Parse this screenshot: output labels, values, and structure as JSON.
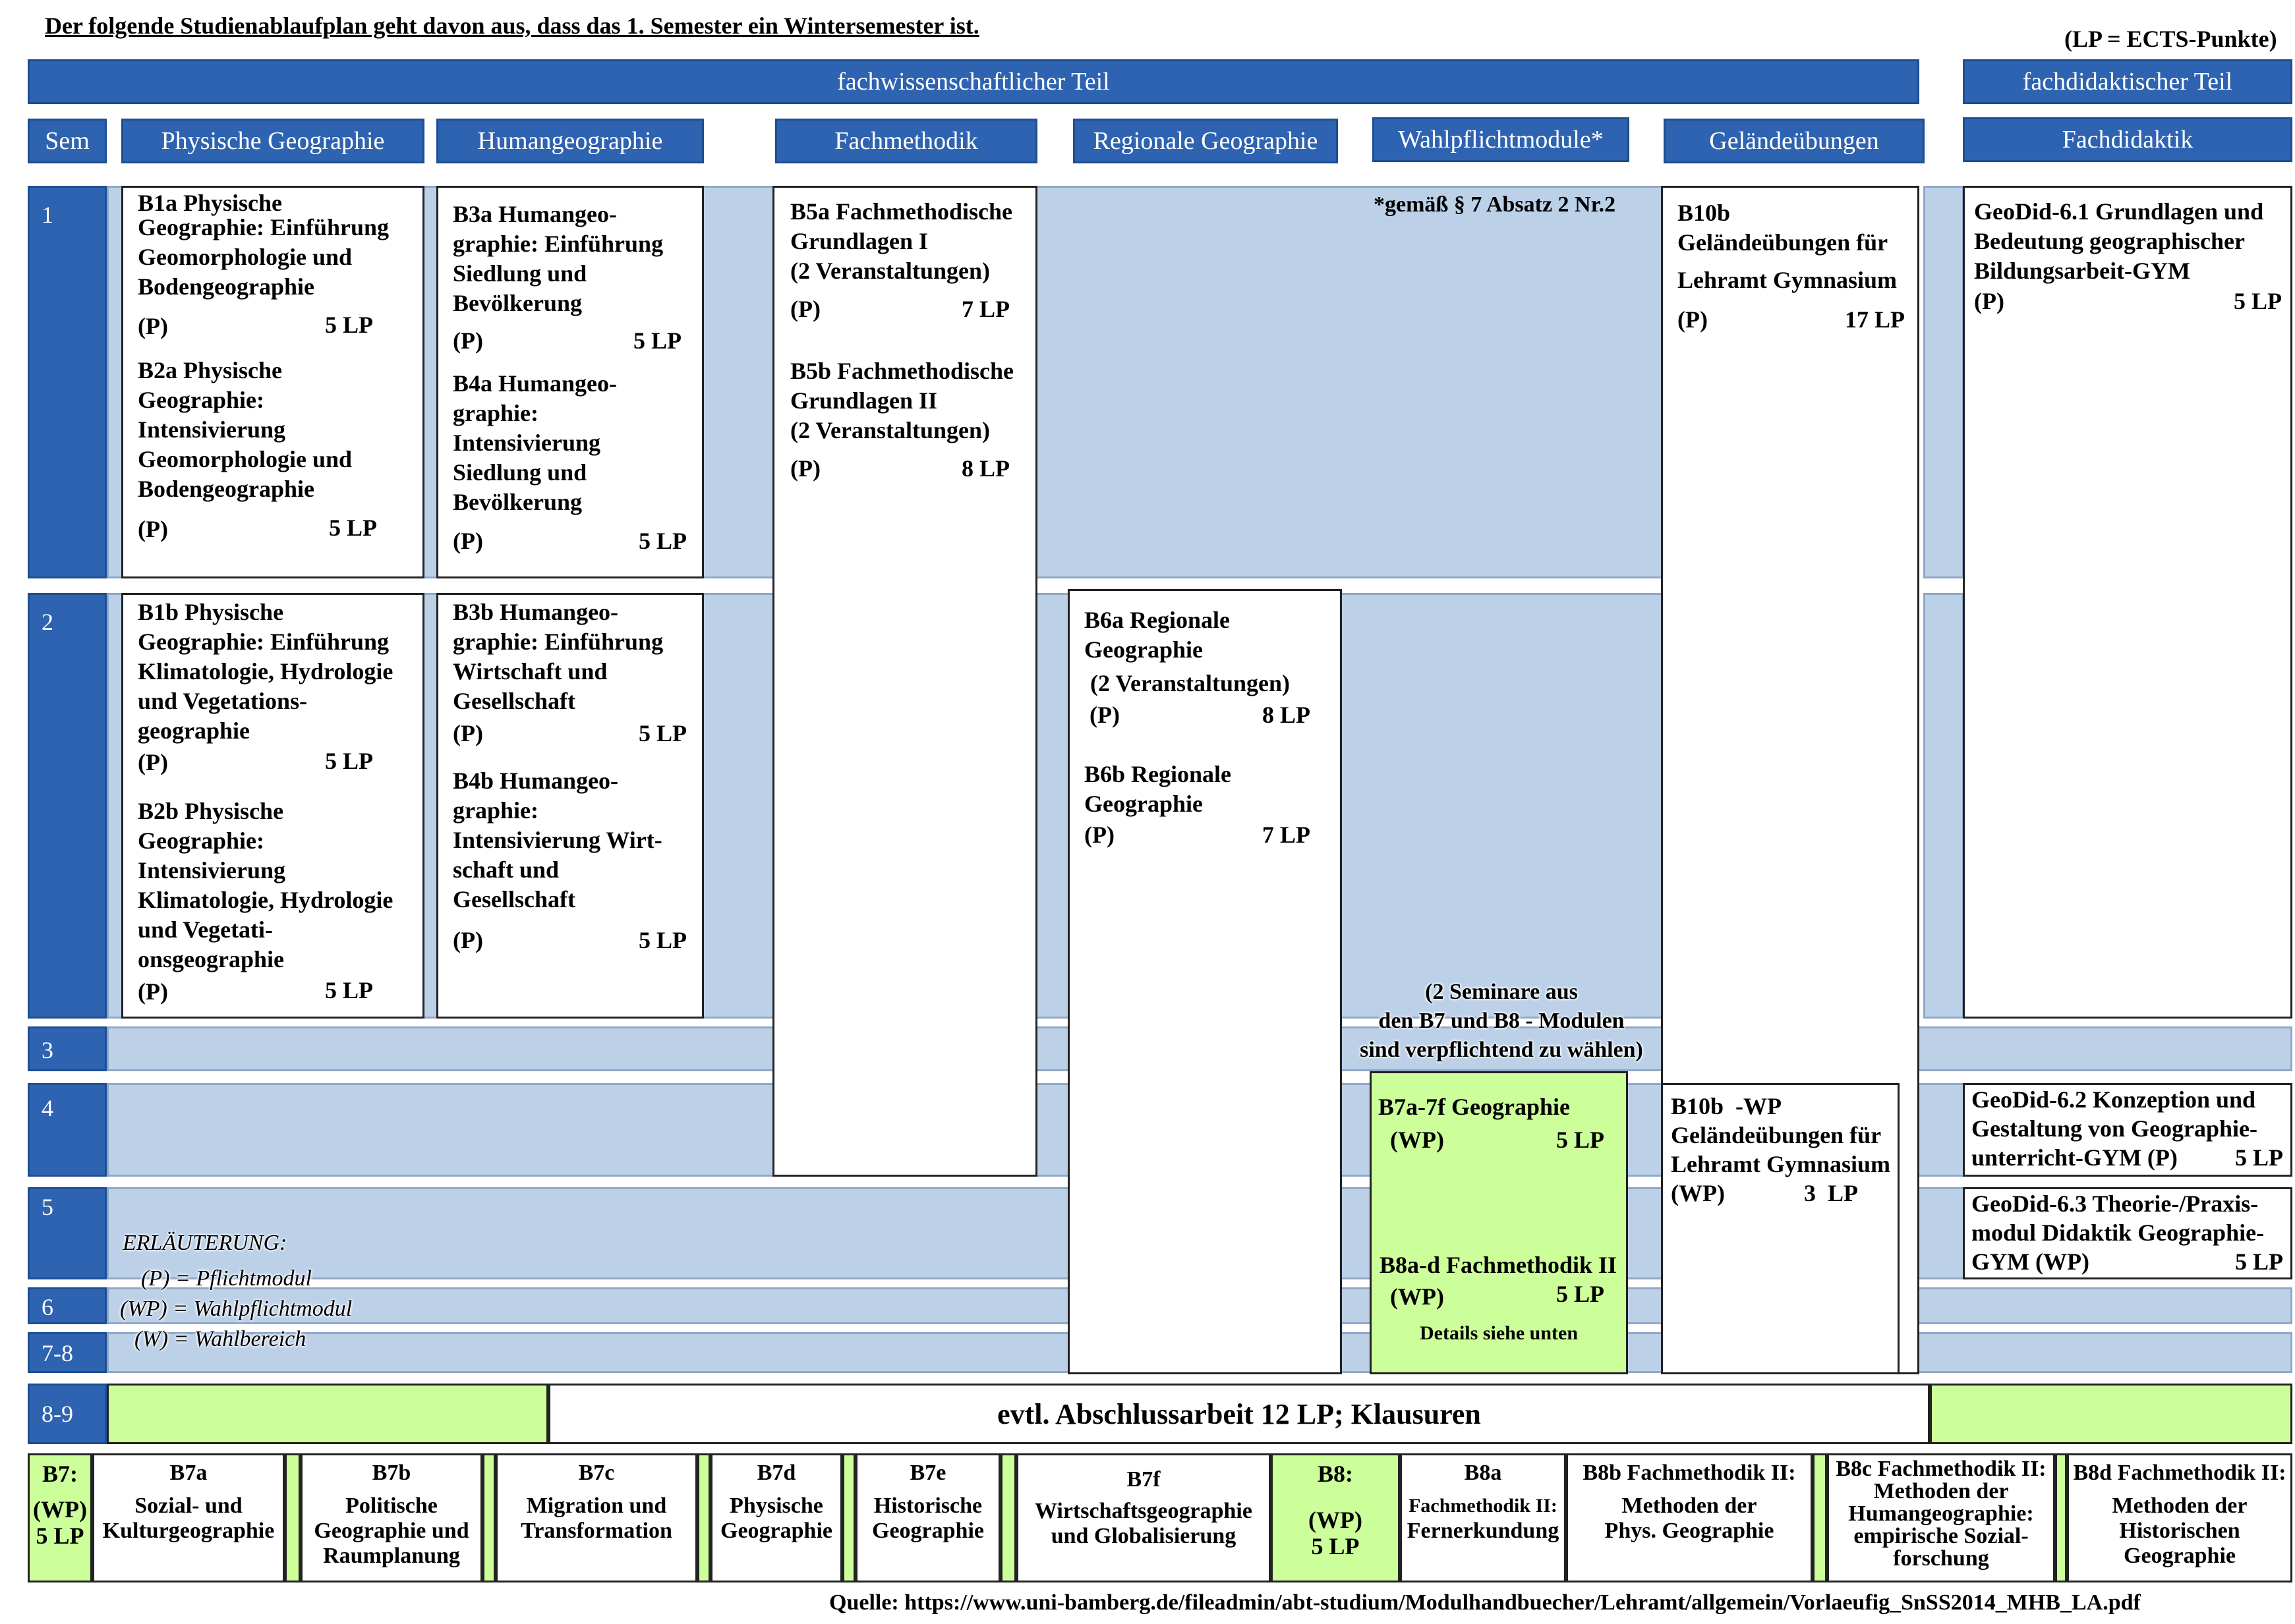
{
  "top": {
    "title": "Der folgende Studienablaufplan geht davon aus, dass das 1. Semester ein Wintersemester ist.",
    "lp_note": "(LP = ECTS-Punkte)"
  },
  "headers": {
    "fachwiss": "fachwissenschaftlicher Teil",
    "fachdid": "fachdidaktischer Teil",
    "sem": "Sem",
    "phys": "Physische Geographie",
    "human": "Humangeographie",
    "fachmeth": "Fachmethodik",
    "regional": "Regionale Geographie",
    "wahl": "Wahlpflichtmodule*",
    "gelaende": "Geländeübungen",
    "fachdidaktik": "Fachdidaktik"
  },
  "semesters": [
    "1",
    "2",
    "3",
    "4",
    "5",
    "6",
    "7-8",
    "8-9"
  ],
  "footnote": "*gemäß § 7 Absatz 2 Nr.2",
  "modules": {
    "b1a": [
      "B1a Physische",
      "Geographie: Einführung",
      "Geomorphologie und",
      "Bodengeographie"
    ],
    "b1a_p": "(P)",
    "b1a_lp": "5 LP",
    "b2a": [
      "B2a Physische",
      "Geographie:",
      "Intensivierung",
      "Geomorphologie und",
      "Bodengeographie"
    ],
    "b2a_p": "(P)",
    "b2a_lp": "5 LP",
    "b3a": [
      "B3a  Humangeo-",
      "graphie: Einführung",
      "Siedlung und",
      "Bevölkerung"
    ],
    "b3a_p": "(P)",
    "b3a_lp": "5 LP",
    "b4a": [
      "B4a Humangeo-",
      "graphie:",
      "Intensivierung",
      "Siedlung und",
      "Bevölkerung"
    ],
    "b4a_p": "(P)",
    "b4a_lp": "5 LP",
    "b5a": [
      "B5a Fachmethodische",
      "Grundlagen I",
      "(2 Veranstaltungen)"
    ],
    "b5a_p": "(P)",
    "b5a_lp": "7 LP",
    "b5b": [
      "B5b Fachmethodische",
      "Grundlagen II",
      "(2 Veranstaltungen)"
    ],
    "b5b_p": "(P)",
    "b5b_lp": "8 LP",
    "b10b": [
      "B10b",
      "Geländeübungen für",
      "Lehramt Gymnasium"
    ],
    "b10b_p": "(P)",
    "b10b_lp": "17 LP",
    "geodid61": [
      "GeoDid-6.1 Grundlagen und",
      "Bedeutung geographischer",
      "Bildungsarbeit-GYM"
    ],
    "geodid61_p": "(P)",
    "geodid61_lp": "5 LP",
    "b1b": [
      "B1b Physische",
      "Geographie: Einführung",
      "Klimatologie, Hydrologie",
      "und Vegetations-",
      "geographie"
    ],
    "b1b_p": "(P)",
    "b1b_lp": "5 LP",
    "b2b": [
      "B2b Physische",
      "Geographie:",
      "Intensivierung",
      "Klimatologie, Hydrologie",
      "und Vegetati-",
      "onsgeographie"
    ],
    "b2b_p": "(P)",
    "b2b_lp": "5 LP",
    "b3b": [
      "B3b Humangeo-",
      "graphie: Einführung",
      "Wirtschaft und",
      "Gesellschaft"
    ],
    "b3b_p": "(P)",
    "b3b_lp": "5 LP",
    "b4b": [
      "B4b Humangeo-",
      "graphie:",
      "Intensivierung Wirt-",
      "schaft und",
      "Gesellschaft"
    ],
    "b4b_p": "(P)",
    "b4b_lp": "5 LP",
    "b6a": [
      "B6a Regionale",
      "Geographie",
      " (2 Veranstaltungen)"
    ],
    "b6a_p": "(P)",
    "b6a_lp": "8 LP",
    "b6b": [
      "B6b Regionale",
      "Geographie"
    ],
    "b6b_p": "(P)",
    "b6b_lp": "7 LP",
    "seminar_note": [
      "(2 Seminare aus",
      "den B7 und B8 - Modulen",
      "sind verpflichtend zu wählen)"
    ],
    "b7af": "B7a-7f Geographie",
    "b7af_wp": "(WP)",
    "b7af_lp": "5 LP",
    "b8ad": "B8a-d Fachmethodik II",
    "b8ad_wp": "(WP)",
    "b8ad_lp": "5 LP",
    "details": "Details siehe unten",
    "b10b_wp": [
      "B10b  -WP",
      "Geländeübungen für",
      "Lehramt Gymnasium"
    ],
    "b10b_wp_wp": "(WP)",
    "b10b_wp_lp": "3  LP",
    "geodid62": [
      "GeoDid-6.2 Konzeption und",
      "Gestaltung von Geographie-",
      "unterricht-GYM (P)"
    ],
    "geodid62_lp": "5 LP",
    "geodid63": [
      "GeoDid-6.3 Theorie-/Praxis-",
      "modul Didaktik Geographie-",
      "GYM (WP)"
    ],
    "geodid63_lp": "5 LP"
  },
  "legend": {
    "title": "ERLÄUTERUNG:",
    "p": "(P) = Pflichtmodul",
    "wp": "(WP) = Wahlpflichtmodul",
    "w": "(W) = Wahlbereich"
  },
  "final_row": "evtl. Abschlussarbeit 12 LP; Klausuren",
  "bottom": {
    "b7": "B7:",
    "b7_wp": "(WP)",
    "b7_lp": "5 LP",
    "b7a": [
      "B7a",
      "Sozial- und",
      "Kulturgeographie"
    ],
    "b7b": [
      "B7b",
      "Politische",
      "Geographie und",
      "Raumplanung"
    ],
    "b7c": [
      "B7c",
      "Migration und",
      "Transformation"
    ],
    "b7d": [
      "B7d",
      "Physische",
      "Geographie"
    ],
    "b7e": [
      "B7e",
      "Historische",
      "Geographie"
    ],
    "b7f": [
      "B7f",
      "Wirtschaftsgeographie",
      "und Globalisierung"
    ],
    "b8": "B8:",
    "b8_wp": "(WP)",
    "b8_lp": "5 LP",
    "b8a": [
      "B8a",
      "Fachmethodik II:",
      "Fernerkundung"
    ],
    "b8b": [
      "B8b Fachmethodik II:",
      "Methoden der",
      "Phys. Geographie"
    ],
    "b8c": [
      "B8c Fachmethodik II:",
      "Methoden der",
      "Humangeographie:",
      "empirische Sozial-",
      "forschung"
    ],
    "b8d": [
      "B8d Fachmethodik II:",
      "Methoden der",
      "Historischen",
      "Geographie"
    ]
  },
  "source": "Quelle: https://www.uni-bamberg.de/fileadmin/abt-studium/Modulhandbuecher/Lehramt/allgemein/Vorlaeufig_SnSS2014_MHB_LA.pdf",
  "colors": {
    "header_blue": "#2e63b1",
    "band_blue": "#bcd0e8",
    "green": "#ccff99"
  }
}
